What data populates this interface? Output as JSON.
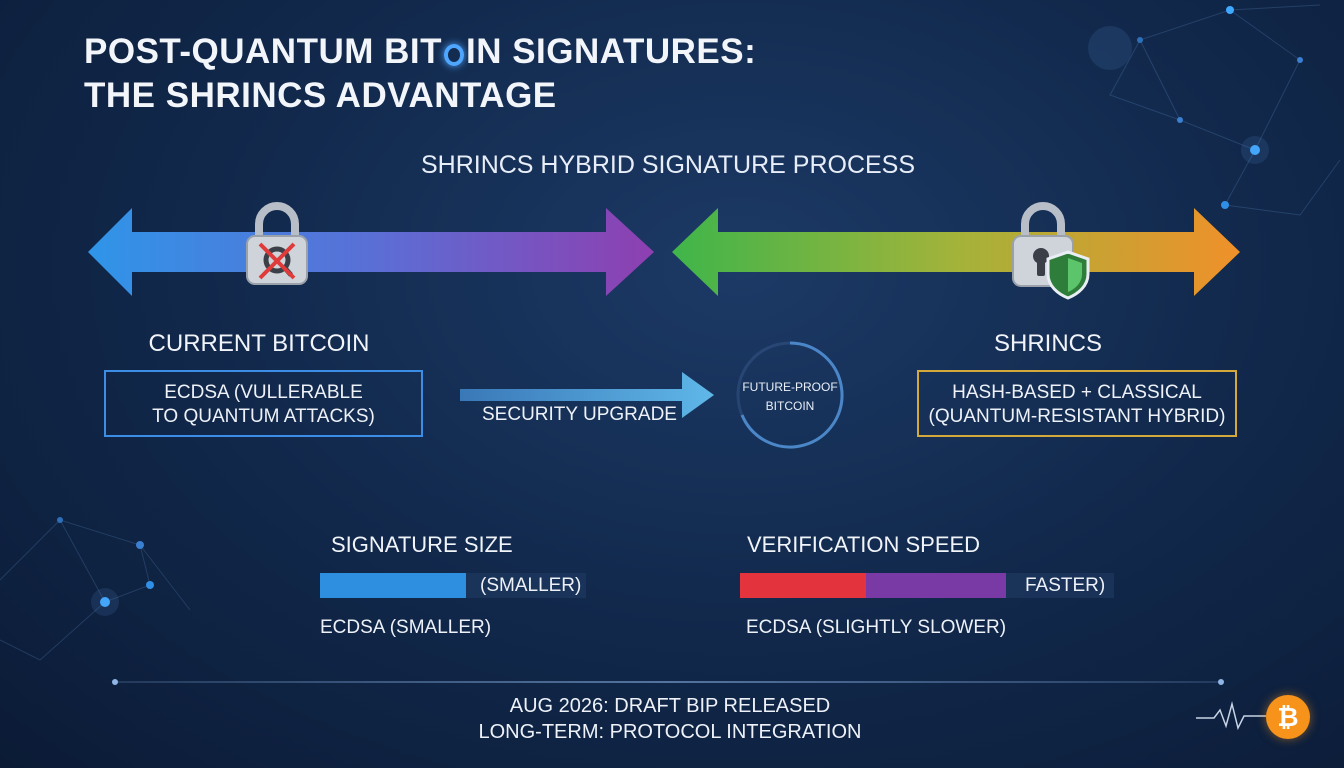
{
  "title": {
    "line1_a": "POST-QUANTUM BIT",
    "line1_b": "IN SIGNATURES:",
    "line2": "THE SHRINCS ADVANTAGE"
  },
  "process_title": "SHRINCS HYBRID SIGNATURE PROCESS",
  "left": {
    "heading": "CURRENT BITCOIN",
    "box_line1": "ECDSA (VULLERABLE",
    "box_line2": "TO QUANTUM ATTACKS)"
  },
  "middle": {
    "upgrade_label": "SECURITY UPGRADE",
    "future_line1": "FUTURE-PROOF",
    "future_line2": "BITCOIN"
  },
  "right": {
    "heading": "SHRINCS",
    "box_line1": "HASH-BASED + CLASSICAL",
    "box_line2": "(QUANTUM-RESISTANT HYBRID)"
  },
  "signature_size": {
    "heading": "SIGNATURE SIZE",
    "bar_caption": "(SMALLER)",
    "below_caption": "ECDSA (SMALLER)"
  },
  "verification_speed": {
    "heading": "VERIFICATION SPEED",
    "bar_caption": "FASTER)",
    "below_caption": "ECDSA (SLIGHTLY SLOWER)"
  },
  "timeline": {
    "line1": "AUG 2026: DRAFT BIP RELEASED",
    "line2": "LONG-TERM: PROTOCOL INTEGRATION"
  },
  "bitcoin_symbol": "₿",
  "icons": [
    "broken-lock-icon",
    "shield-lock-icon",
    "bitcoin-icon",
    "pulse-line-icon"
  ],
  "colors": {
    "left_arrow_start": "#2f95e8",
    "left_arrow_end": "#8e3fb0",
    "right_arrow_start": "#3fb54a",
    "right_arrow_end": "#f0902a",
    "left_box_border": "#3b8de6",
    "right_box_border": "#d4a93c",
    "bitcoin_orange": "#f7931a"
  }
}
